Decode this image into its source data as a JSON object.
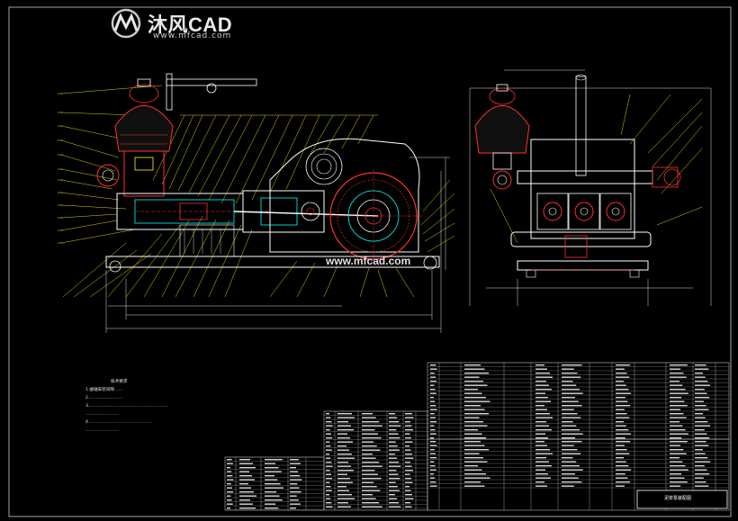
{
  "logo": {
    "brand": "沐风CAD",
    "url": "www.mfcad.com"
  },
  "watermark": "www.mfcad.com",
  "notes": {
    "title": "技术要求",
    "lines": [
      "1.曲轴安装间隙……",
      "2.……………………",
      "3.…………………………………………………",
      "……………………",
      "4.………………………………………",
      "……………………"
    ]
  },
  "title_block": {
    "title": "泥浆泵装配图"
  },
  "colors": {
    "background": "#000000",
    "line": "#ffffff",
    "leader": "#ffff00",
    "part": "#00ffff",
    "accent": "#ff3030",
    "dimension": "#00ff00"
  }
}
